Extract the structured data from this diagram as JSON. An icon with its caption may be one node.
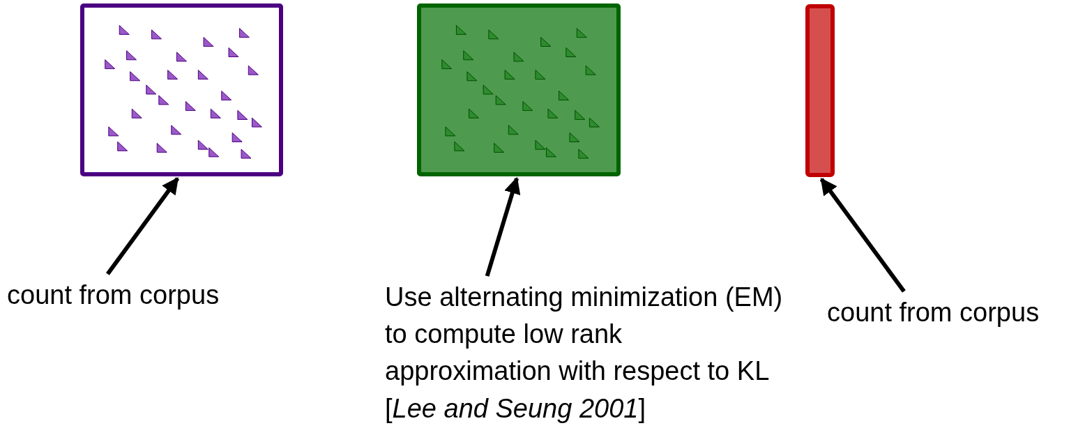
{
  "diagram": {
    "nodes": [
      {
        "text": [],
        "shape": "box"
      },
      {
        "text": [],
        "shape": "box"
      },
      {
        "text": [],
        "shape": "bar"
      },
      {
        "text": [
          "count from corpus"
        ]
      },
      {
        "text": [
          "Use alternating minimization (EM) to compute low rank approximation with respect to KL [*Lee and Seung 2001*]"
        ]
      },
      {
        "text": [
          "count from corpus"
        ]
      }
    ],
    "edges": [
      {
        "from": 3,
        "to": 0,
        "arrow": "to"
      },
      {
        "from": 4,
        "to": 1,
        "arrow": "to"
      },
      {
        "from": 5,
        "to": 2,
        "arrow": "to"
      }
    ]
  }
}
